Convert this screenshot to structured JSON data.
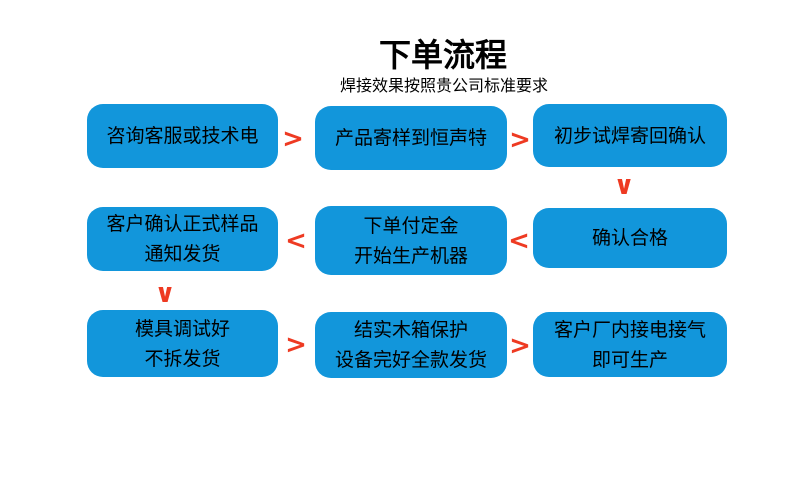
{
  "page": {
    "title": "下单流程",
    "subtitle": "焊接效果按照贵公司标准要求"
  },
  "colors": {
    "box_fill": "#1296db",
    "arrow": "#ee3a22",
    "box_text": "#000000",
    "background": "#ffffff"
  },
  "flow": {
    "arrow_glyphs": {
      "right": ">",
      "left": "<",
      "down": "∨"
    },
    "steps": [
      {
        "id": "step-1",
        "lines": [
          "咨询客服或技术电"
        ]
      },
      {
        "id": "step-2",
        "lines": [
          "产品寄样到恒声特"
        ]
      },
      {
        "id": "step-3",
        "lines": [
          "初步试焊寄回确认"
        ]
      },
      {
        "id": "step-4",
        "lines": [
          "确认合格"
        ]
      },
      {
        "id": "step-5",
        "lines": [
          "下单付定金",
          "开始生产机器"
        ]
      },
      {
        "id": "step-6",
        "lines": [
          "客户确认正式样品",
          "通知发货"
        ]
      },
      {
        "id": "step-7",
        "lines": [
          "模具调试好",
          "不拆发货"
        ]
      },
      {
        "id": "step-8",
        "lines": [
          "结实木箱保护",
          "设备完好全款发货"
        ]
      },
      {
        "id": "step-9",
        "lines": [
          "客户厂内接电接气",
          "即可生产"
        ]
      }
    ]
  }
}
